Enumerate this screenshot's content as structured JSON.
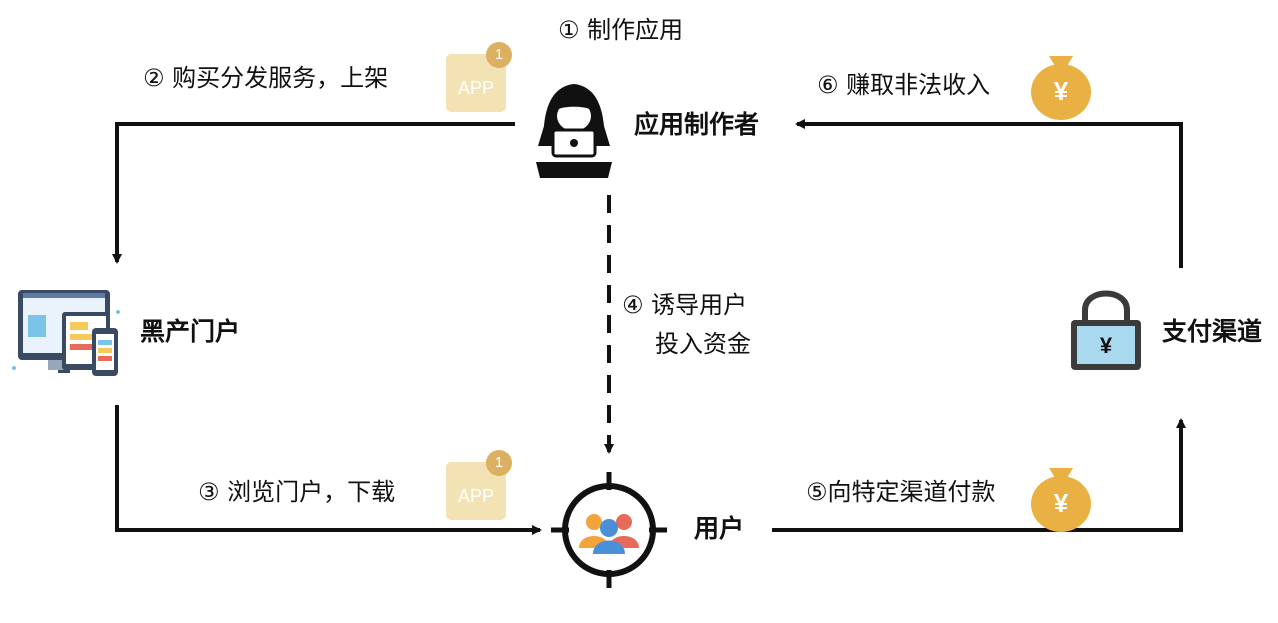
{
  "steps": {
    "s1": "① 制作应用",
    "s2": "② 购买分发服务，上架",
    "s3": "③ 浏览门户，下载",
    "s4_line1": "④ 诱导用户",
    "s4_line2": "投入资金",
    "s5": "⑤向特定渠道付款",
    "s6": "⑥ 赚取非法收入"
  },
  "nodes": {
    "developer": "应用制作者",
    "portal": "黑产门户",
    "payment": "支付渠道",
    "user": "用户"
  },
  "badges": {
    "app_text": "APP",
    "app_count": "1",
    "money_symbol": "¥"
  },
  "colors": {
    "arrow": "#111111",
    "money": "#e9b043",
    "app_badge": "#f3e3b4",
    "lock_screen": "#a9d9ef"
  }
}
